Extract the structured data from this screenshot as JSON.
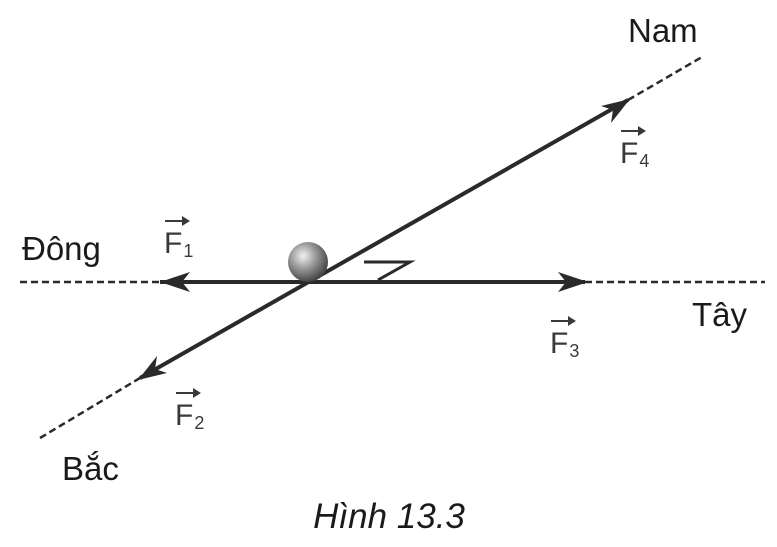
{
  "directions": {
    "north": "Bắc",
    "south": "Nam",
    "east": "Đông",
    "west": "Tây"
  },
  "forces": [
    {
      "symbol": "F",
      "index": "1"
    },
    {
      "symbol": "F",
      "index": "2"
    },
    {
      "symbol": "F",
      "index": "3"
    },
    {
      "symbol": "F",
      "index": "4"
    }
  ],
  "caption": "Hình 13.3",
  "colors": {
    "line": "#2a2a2a",
    "ball_light": "#e6e6e6",
    "ball_dark": "#3c3c3c"
  }
}
